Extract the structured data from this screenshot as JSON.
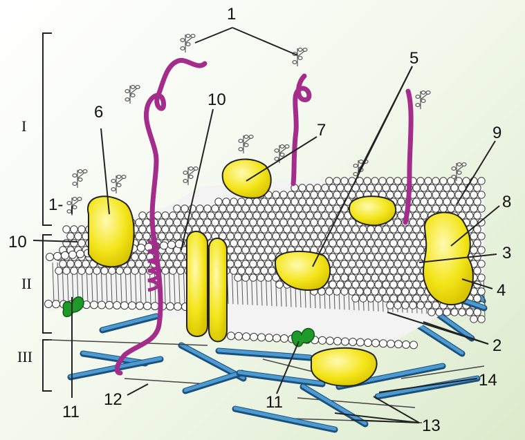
{
  "diagram": {
    "colors": {
      "background": "#f4f9ee",
      "protein": "#f4e51a",
      "glycoprotein": "#a42d8c",
      "cytoskeleton": "#2f78b4",
      "cytoskeleton_dark": "#1c4f7a",
      "green_protein": "#1e9a2b",
      "lipid_head": "#ffffff",
      "outline": "#2a2a2a"
    },
    "regions": {
      "r1": "I",
      "r2": "II",
      "r3": "III"
    },
    "labels": {
      "n1": "1",
      "n1b": "1-",
      "n2": "2",
      "n3": "3",
      "n4": "4",
      "n5": "5",
      "n6": "6",
      "n7": "7",
      "n8": "8",
      "n9": "9",
      "n10a": "10",
      "n10b": "10",
      "n11a": "11",
      "n11b": "11",
      "n12": "12",
      "n13": "13",
      "n14": "14"
    }
  }
}
